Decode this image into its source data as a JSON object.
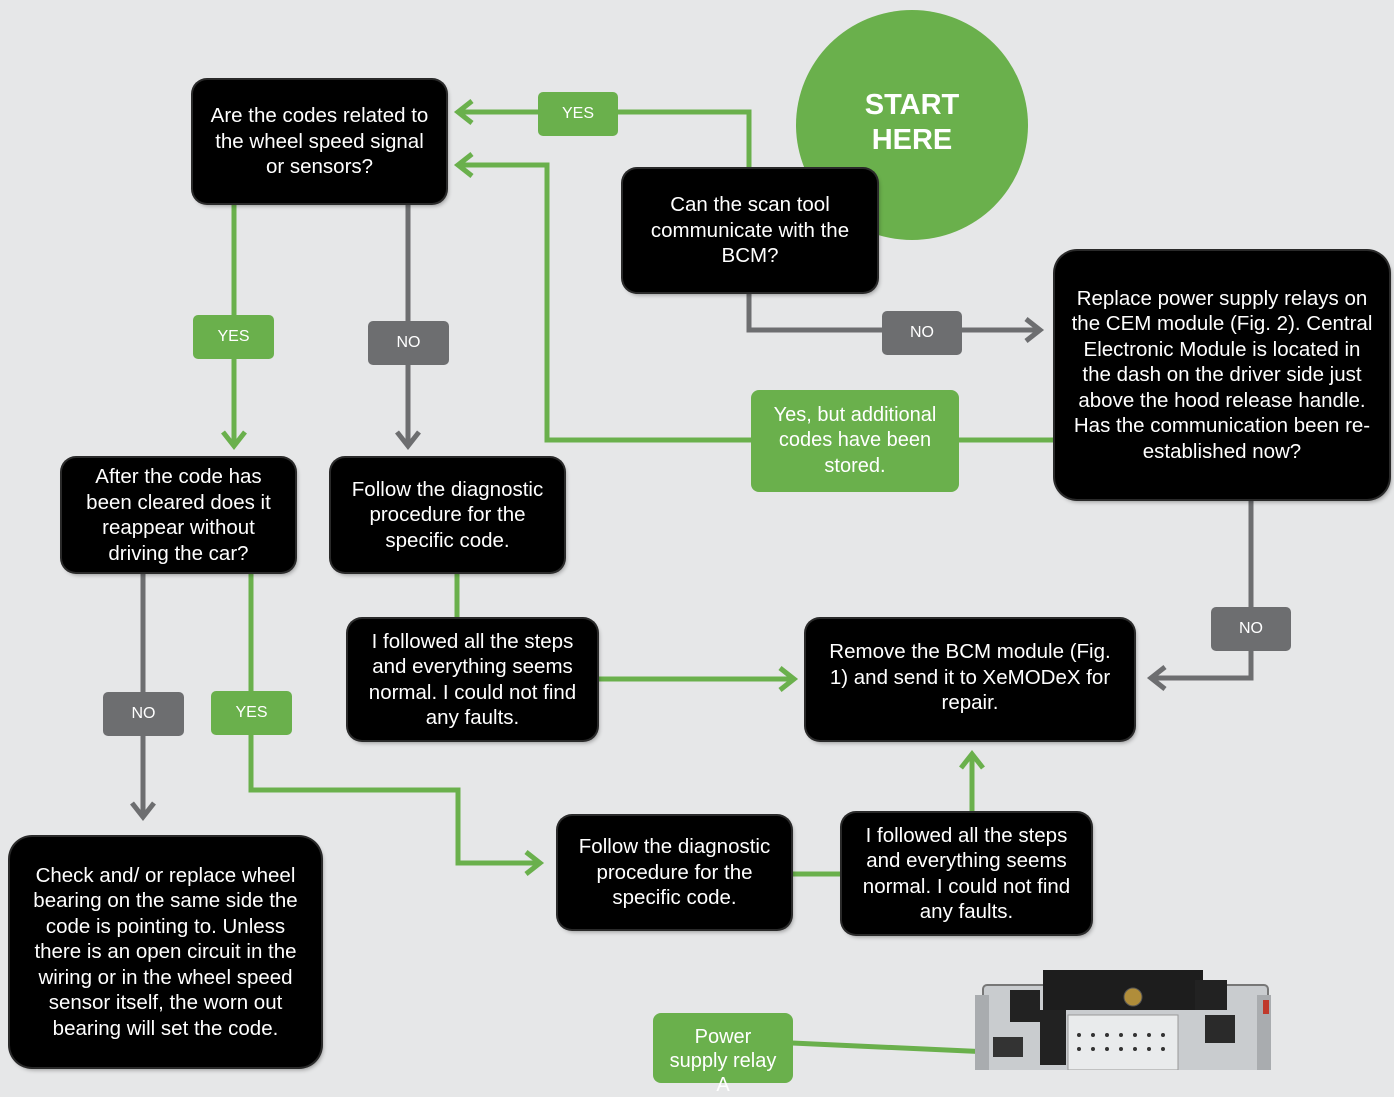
{
  "start": {
    "label": "START HERE"
  },
  "nodes": {
    "scan_tool": "Can the scan tool communicate with the BCM?",
    "codes_related": "Are the codes related to the wheel speed signal or sensors?",
    "replace_relays": "Replace power supply relays on the CEM module (Fig. 2). Central Electronic Module is located in the dash on the driver side just above the hood release handle. Has the communication been re-established now?",
    "code_cleared": "After the code has been cleared does it reappear without driving the car?",
    "follow_diag_1": "Follow the diagnostic procedure for the specific code.",
    "followed_steps_1": "I followed all the steps and everything seems normal. I could not find any faults.",
    "remove_bcm": "Remove the BCM module (Fig. 1) and send it to XeMODeX for repair.",
    "check_bearing": "Check and/ or replace wheel bearing on the same side the code is pointing to. Unless there is an open circuit in the wiring or in the wheel speed sensor itself, the worn out bearing will set the code.",
    "follow_diag_2": "Follow the diagnostic procedure for the specific code.",
    "followed_steps_2": "I followed all the steps and everything seems normal. I could not find any faults.",
    "yes_but": "Yes, but additional codes have been stored."
  },
  "labels": {
    "yes_top": "YES",
    "no_scan": "NO",
    "yes_left": "YES",
    "no_mid": "NO",
    "no_right": "NO",
    "no_bottom": "NO",
    "yes_bottom": "YES"
  },
  "callout": {
    "text": "Power supply relay A"
  },
  "colors": {
    "green": "#6ab04c",
    "grey": "#6d6e70",
    "box": "#000000",
    "background": "#e6e7e8"
  }
}
